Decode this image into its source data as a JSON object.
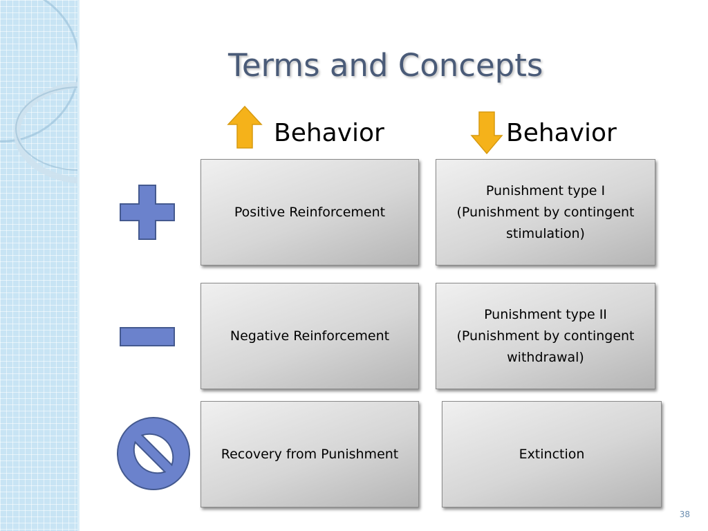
{
  "slide": {
    "title": "Terms and Concepts",
    "page_number": "38"
  },
  "columns": [
    {
      "arrow_icon": "arrow-up-icon",
      "label": "Behavior",
      "color": "#f5b21a"
    },
    {
      "arrow_icon": "arrow-down-icon",
      "label": "Behavior",
      "color": "#f5b21a"
    }
  ],
  "rows": [
    {
      "symbol_icon": "plus-icon",
      "cards": [
        "Positive Reinforcement",
        "Punishment type I\n(Punishment by contingent\nstimulation)"
      ]
    },
    {
      "symbol_icon": "minus-icon",
      "cards": [
        "Negative Reinforcement",
        "Punishment type II\n(Punishment by contingent\nwithdrawal)"
      ]
    },
    {
      "symbol_icon": "prohibited-icon",
      "cards": [
        "Recovery from Punishment",
        "Extinction"
      ]
    }
  ],
  "colors": {
    "symbol_fill": "#6b82cc",
    "symbol_stroke": "#44598f",
    "title": "#4a5b78"
  }
}
